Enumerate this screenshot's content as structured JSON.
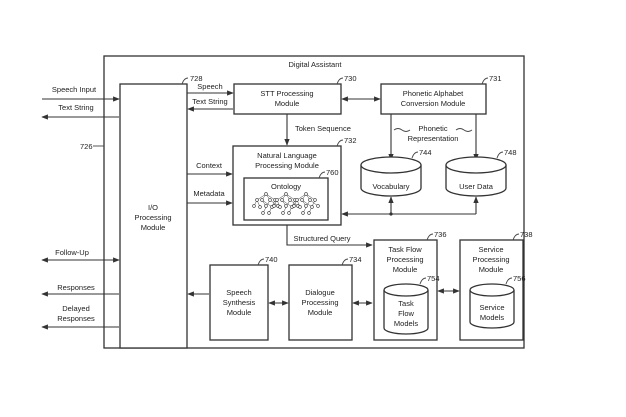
{
  "title": "Digital Assistant",
  "container_ref": "726",
  "external_signals": {
    "speech_input": "Speech Input",
    "text_string": "Text String",
    "follow_up": "Follow-Up",
    "responses": "Responses",
    "delayed_responses_1": "Delayed",
    "delayed_responses_2": "Responses"
  },
  "io_module": {
    "ref": "728",
    "line1": "I/O",
    "line2": "Processing",
    "line3": "Module"
  },
  "stt_module": {
    "ref": "730",
    "line1": "STT Processing",
    "line2": "Module"
  },
  "phonetic_module": {
    "ref": "731",
    "line1": "Phonetic Alphabet",
    "line2": "Conversion Module"
  },
  "phonetic_repr": {
    "line1": "Phonetic",
    "line2": "Representation"
  },
  "nlp_module": {
    "ref": "732",
    "line1": "Natural Language",
    "line2": "Processing Module"
  },
  "ontology": {
    "ref": "760",
    "label": "Ontology"
  },
  "vocabulary": {
    "ref": "744",
    "label": "Vocabulary"
  },
  "user_data": {
    "ref": "748",
    "label": "User Data"
  },
  "speech_synthesis": {
    "ref": "740",
    "line1": "Speech",
    "line2": "Synthesis",
    "line3": "Module"
  },
  "dialogue": {
    "ref": "734",
    "line1": "Dialogue",
    "line2": "Processing",
    "line3": "Module"
  },
  "task_flow": {
    "ref": "736",
    "line1": "Task Flow",
    "line2": "Processing",
    "line3": "Module"
  },
  "task_flow_models": {
    "ref": "754",
    "line1": "Task",
    "line2": "Flow",
    "line3": "Models"
  },
  "service": {
    "ref": "738",
    "line1": "Service",
    "line2": "Processing",
    "line3": "Module"
  },
  "service_models": {
    "ref": "756",
    "line1": "Service",
    "line2": "Models"
  },
  "flows": {
    "speech": "Speech",
    "text_string": "Text String",
    "token_sequence": "Token Sequence",
    "context": "Context",
    "metadata": "Metadata",
    "structured_query": "Structured Query"
  }
}
